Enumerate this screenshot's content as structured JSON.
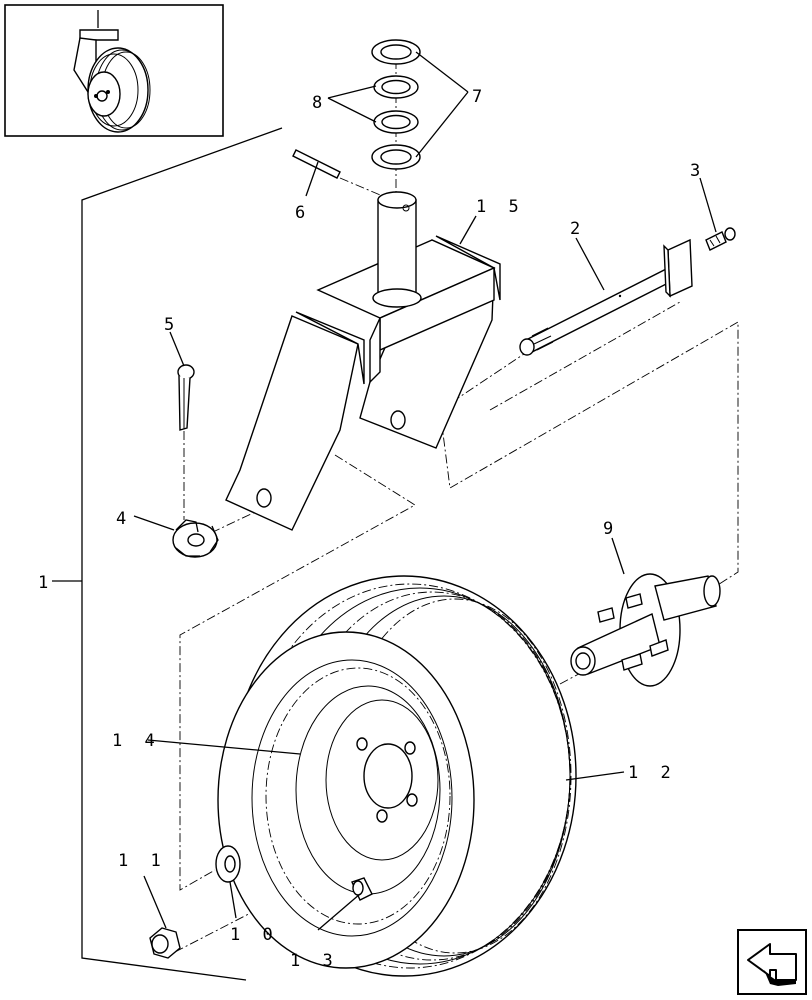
{
  "callouts": {
    "c1": "1",
    "c2": "2",
    "c3": "3",
    "c4": "4",
    "c5": "5",
    "c6": "6",
    "c7": "7",
    "c8": "8",
    "c9": "9",
    "c10": "1 0",
    "c11": "1 1",
    "c12": "1 2",
    "c13": "1 3",
    "c14": "1 4",
    "c15": "1 5"
  },
  "icons": {
    "thumbnail": "caster-wheel-assembly-thumbnail",
    "nav": "return-arrow-icon"
  },
  "colors": {
    "ink": "#000000",
    "paper": "#ffffff"
  }
}
